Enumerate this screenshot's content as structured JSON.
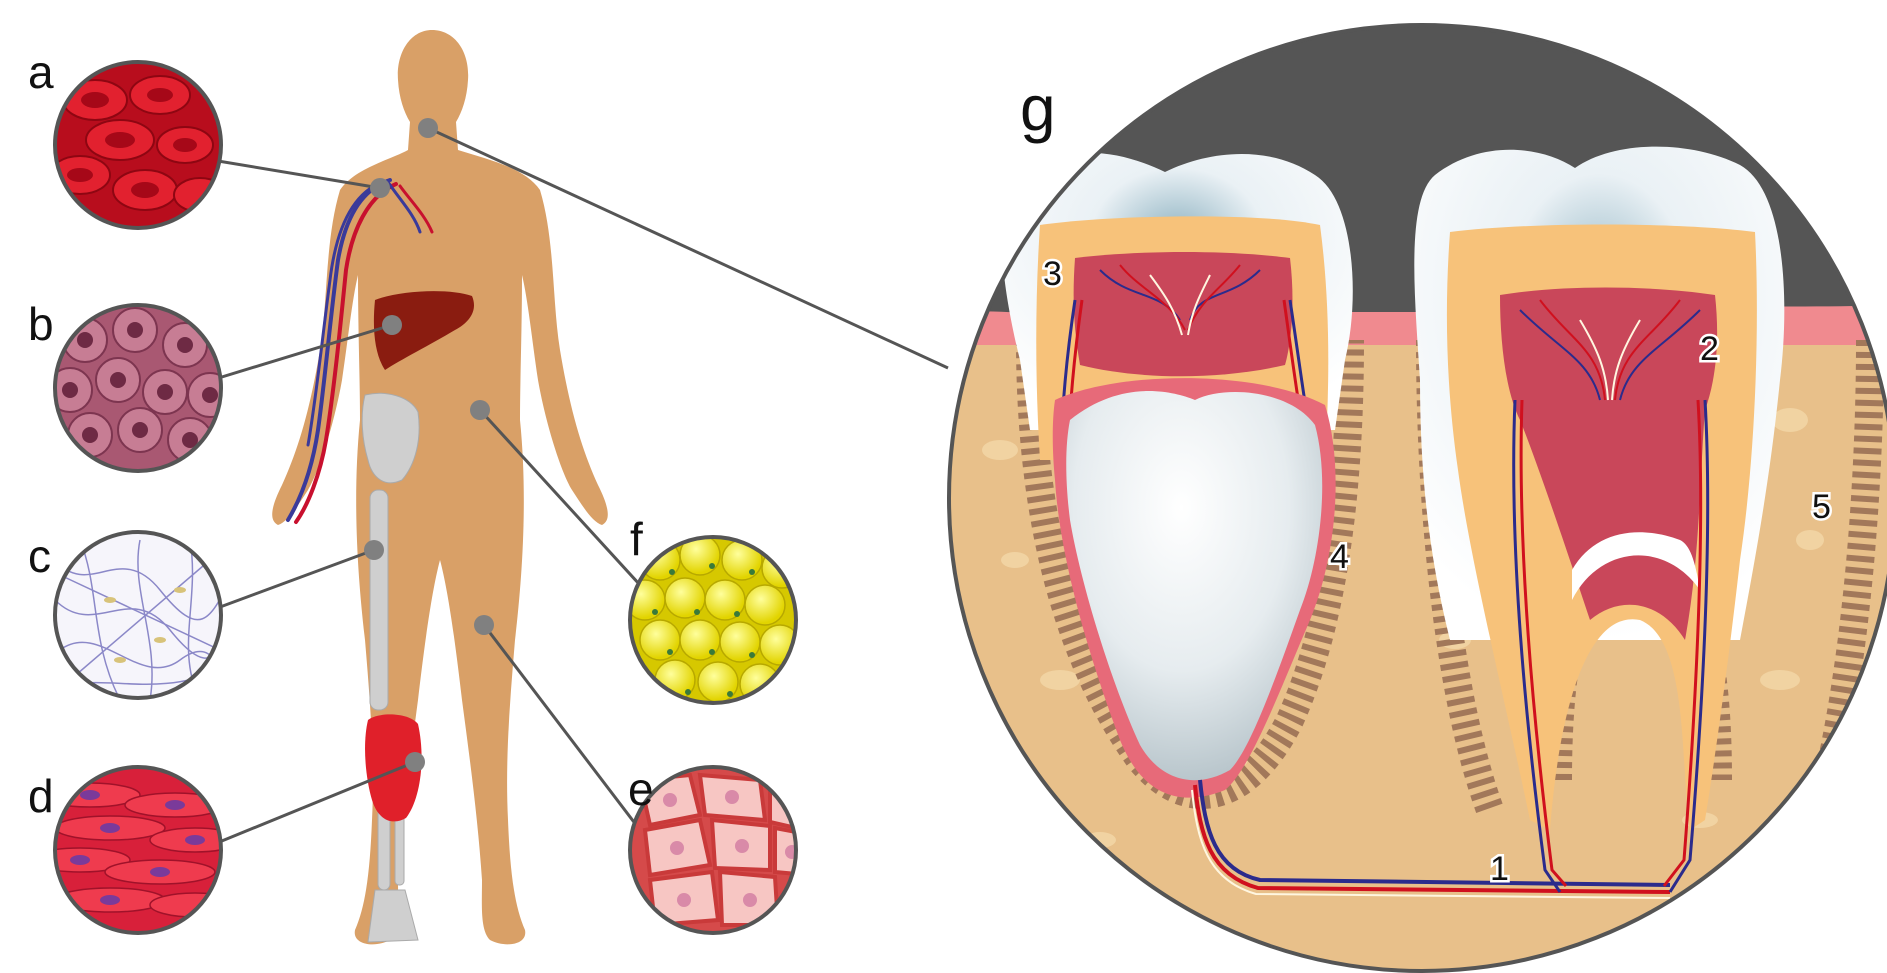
{
  "panel_labels": {
    "a": "a",
    "b": "b",
    "c": "c",
    "d": "d",
    "e": "e",
    "f": "f",
    "g": "g"
  },
  "tooth_labels": {
    "one": "1",
    "two": "2",
    "three": "3",
    "four": "4",
    "five": "5"
  },
  "colors": {
    "skin": "#d9a067",
    "blood": "#c8102e",
    "liver": "#8a1c10",
    "bone": "#cfcfcf",
    "muscle": "#e0202a",
    "enamel": "#eef3f6",
    "dentin": "#f7c27a",
    "pulp": "#c9475a",
    "gum": "#f08a8f",
    "jaw_bone": "#e8c08a",
    "background_dark": "#555555"
  },
  "icons": [
    "blood-cells-icon",
    "liver-cells-icon",
    "connective-tissue-icon",
    "muscle-tissue-icon",
    "epithelial-tissue-icon",
    "adipose-tissue-icon",
    "tooth-cross-section"
  ]
}
